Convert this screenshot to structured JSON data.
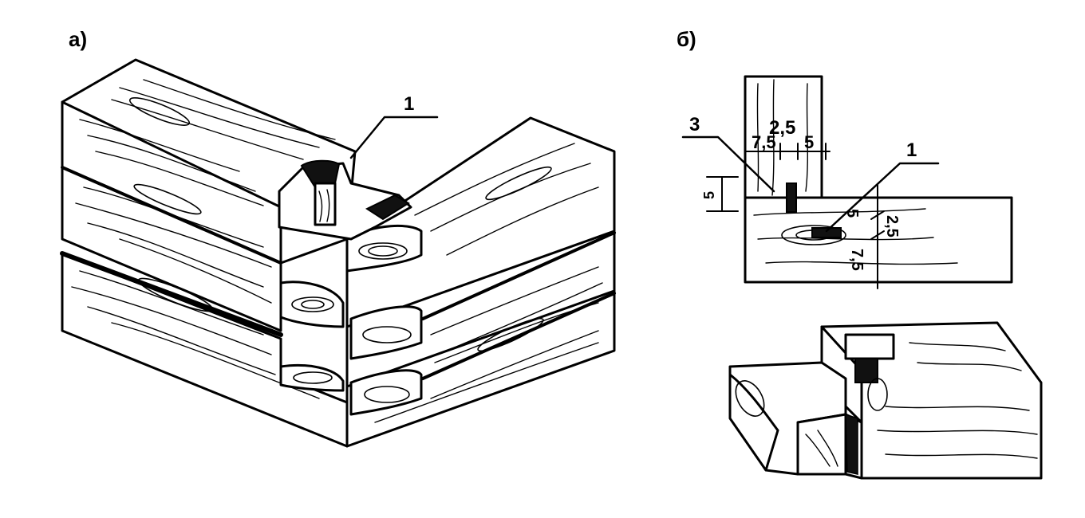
{
  "panels": {
    "a": {
      "label": "а)",
      "callout": "1"
    },
    "b": {
      "label": "б)",
      "callout_3": "3",
      "callout_1": "1",
      "dims": {
        "top_total": "2,5",
        "top_left": "7,5",
        "top_right": "5",
        "left_vert": "5",
        "right_1": "5",
        "right_2": "2,5",
        "right_3": "7,5"
      }
    }
  }
}
